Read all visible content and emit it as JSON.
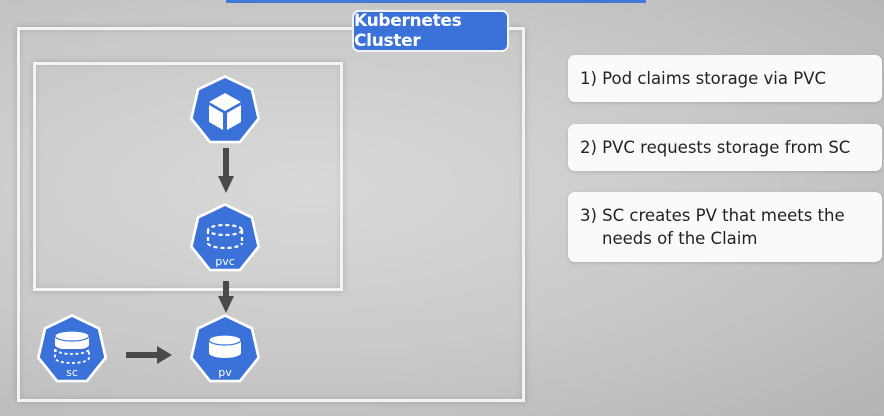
{
  "cluster": {
    "label": "Kubernetes Cluster"
  },
  "icons": {
    "pod": {
      "label": "",
      "icon": "cube-icon"
    },
    "pvc": {
      "label": "pvc",
      "icon": "disk-icon"
    },
    "pv": {
      "label": "pv",
      "icon": "disk-icon"
    },
    "sc": {
      "label": "sc",
      "icon": "disk-stack-icon"
    }
  },
  "steps": [
    {
      "text": "1) Pod claims storage via PVC"
    },
    {
      "text": "2) PVC requests storage from SC"
    },
    {
      "text": "3) SC creates PV that meets the needs of the Claim"
    }
  ],
  "colors": {
    "accent": "#3a72d9",
    "arrow": "#4a4a4a",
    "card": "#fafafa",
    "box_border": "#f4f4f4"
  }
}
